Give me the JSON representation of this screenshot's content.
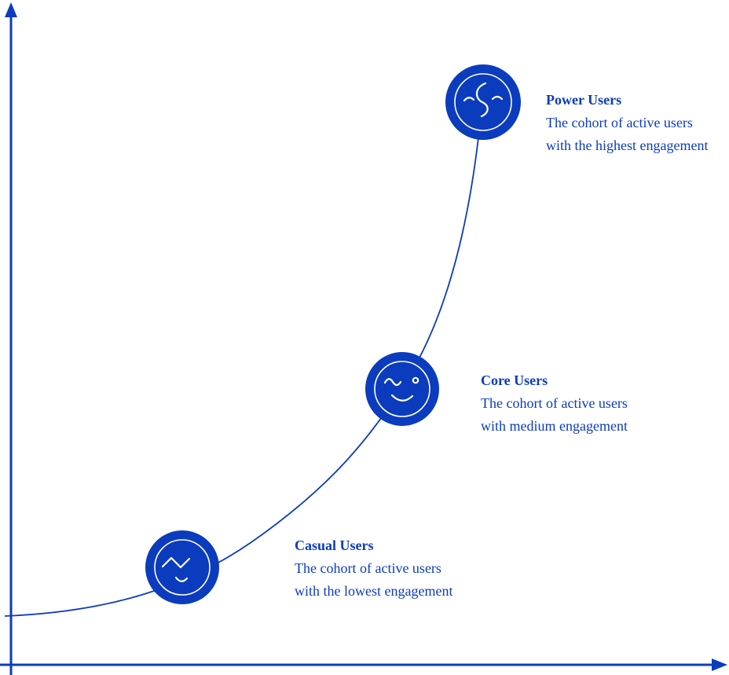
{
  "colors": {
    "primary": "#0b3cbe",
    "icon_stroke": "#ffffff",
    "background": "#ffffff"
  },
  "diagram": {
    "type": "growth-curve-with-milestones",
    "axes": {
      "x_axis": "unlabeled horizontal axis with right arrow",
      "y_axis": "unlabeled vertical axis with up arrow"
    },
    "nodes": [
      {
        "id": "casual-users",
        "title": "Casual Users",
        "description": "The cohort of active users with the lowest engagement",
        "icon": "casual-face-icon",
        "position": "bottom-left"
      },
      {
        "id": "core-users",
        "title": "Core Users",
        "description": "The cohort of active users with medium engagement",
        "icon": "core-face-icon",
        "position": "middle"
      },
      {
        "id": "power-users",
        "title": "Power Users",
        "description": "The cohort of active users with the highest engagement",
        "icon": "power-face-icon",
        "position": "top-right"
      }
    ]
  }
}
